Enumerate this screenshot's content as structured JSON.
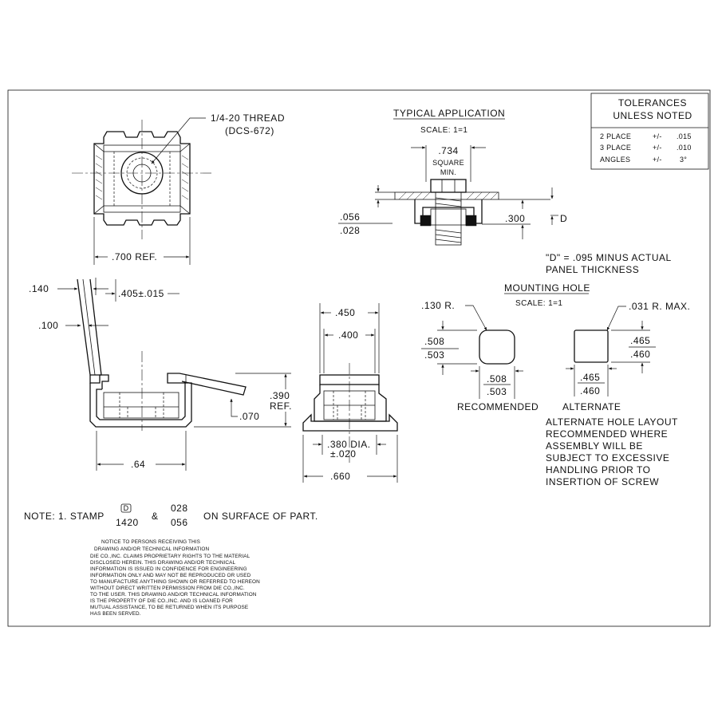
{
  "tolerances": {
    "title_line1": "TOLERANCES",
    "title_line2": "UNLESS NOTED",
    "rows": [
      {
        "label": "2 PLACE",
        "sign": "+/-",
        "value": ".015"
      },
      {
        "label": "3 PLACE",
        "sign": "+/-",
        "value": ".010"
      },
      {
        "label": "ANGLES",
        "sign": "+/-",
        "value": "3°"
      }
    ]
  },
  "top_view": {
    "thread_line1": "1/4-20 THREAD",
    "thread_line2": "(DCS-672)",
    "width_ref": ".700 REF."
  },
  "typical_application": {
    "title": "TYPICAL APPLICATION",
    "scale": "SCALE: 1=1",
    "dim_734": ".734",
    "square": "SQUARE",
    "min": "MIN.",
    "dim_056": ".056",
    "dim_028": ".028",
    "dim_300": ".300",
    "label_d": "D",
    "note_line1": "\"D\" = .095 MINUS ACTUAL",
    "note_line2": "PANEL THICKNESS"
  },
  "side_view": {
    "dim_140": ".140",
    "dim_100": ".100",
    "dim_405": ".405±.015",
    "dim_390": ".390",
    "ref": "REF.",
    "dim_070": ".070",
    "dim_64": ".64"
  },
  "end_view": {
    "dim_450": ".450",
    "dim_400": ".400",
    "dim_380": ".380 DIA.",
    "dim_380_tol": "±.020",
    "dim_660": ".660"
  },
  "mounting_hole": {
    "title": "MOUNTING HOLE",
    "scale": "SCALE: 1=1",
    "radius_130": ".130 R.",
    "radius_031": ".031 R. MAX.",
    "rec_h_top": ".508",
    "rec_h_bot": ".503",
    "rec_w_top": ".508",
    "rec_w_bot": ".503",
    "alt_h_top": ".465",
    "alt_h_bot": ".460",
    "alt_w_top": ".465",
    "alt_w_bot": ".460",
    "recommended": "RECOMMENDED",
    "alternate": "ALTERNATE",
    "alt_note": [
      "ALTERNATE HOLE LAYOUT",
      "RECOMMENDED WHERE",
      "ASSEMBLY WILL BE",
      "SUBJECT TO EXCESSIVE",
      "HANDLING PRIOR TO",
      "INSERTION OF SCREW"
    ]
  },
  "stamp_note": {
    "prefix": "NOTE: 1. STAMP",
    "logo_text": "D",
    "code_1420": "1420",
    "amp": "&",
    "code_028": "028",
    "code_056": "056",
    "suffix": "ON SURFACE OF PART."
  },
  "notice": [
    "NOTICE TO PERSONS RECEIVING THIS",
    "DRAWING AND/OR TECHNICAL INFORMATION",
    "DIE CO.,INC. CLAIMS PROPRIETARY RIGHTS TO THE MATERIAL",
    "DISCLOSED HEREIN.  THIS DRAWING AND/OR TECHNICAL",
    "INFORMATION IS ISSUED IN CONFIDENCE FOR ENGINEERING",
    "INFORMATION ONLY AND MAY NOT BE REPRODUCED OR USED",
    "TO MANUFACTURE ANYTHING SHOWN OR REFERRED TO HEREON",
    "WITHOUT DIRECT WRITTEN PERMISSION FROM DIE CO.,INC.",
    "TO THE USER.  THIS DRAWING AND/OR TECHNICAL INFORMATION",
    "IS THE PROPERTY OF DIE CO.,INC. AND IS LOANED FOR",
    "MUTUAL ASSISTANCE, TO BE RETURNED WHEN ITS PURPOSE",
    "HAS BEEN SERVED."
  ]
}
